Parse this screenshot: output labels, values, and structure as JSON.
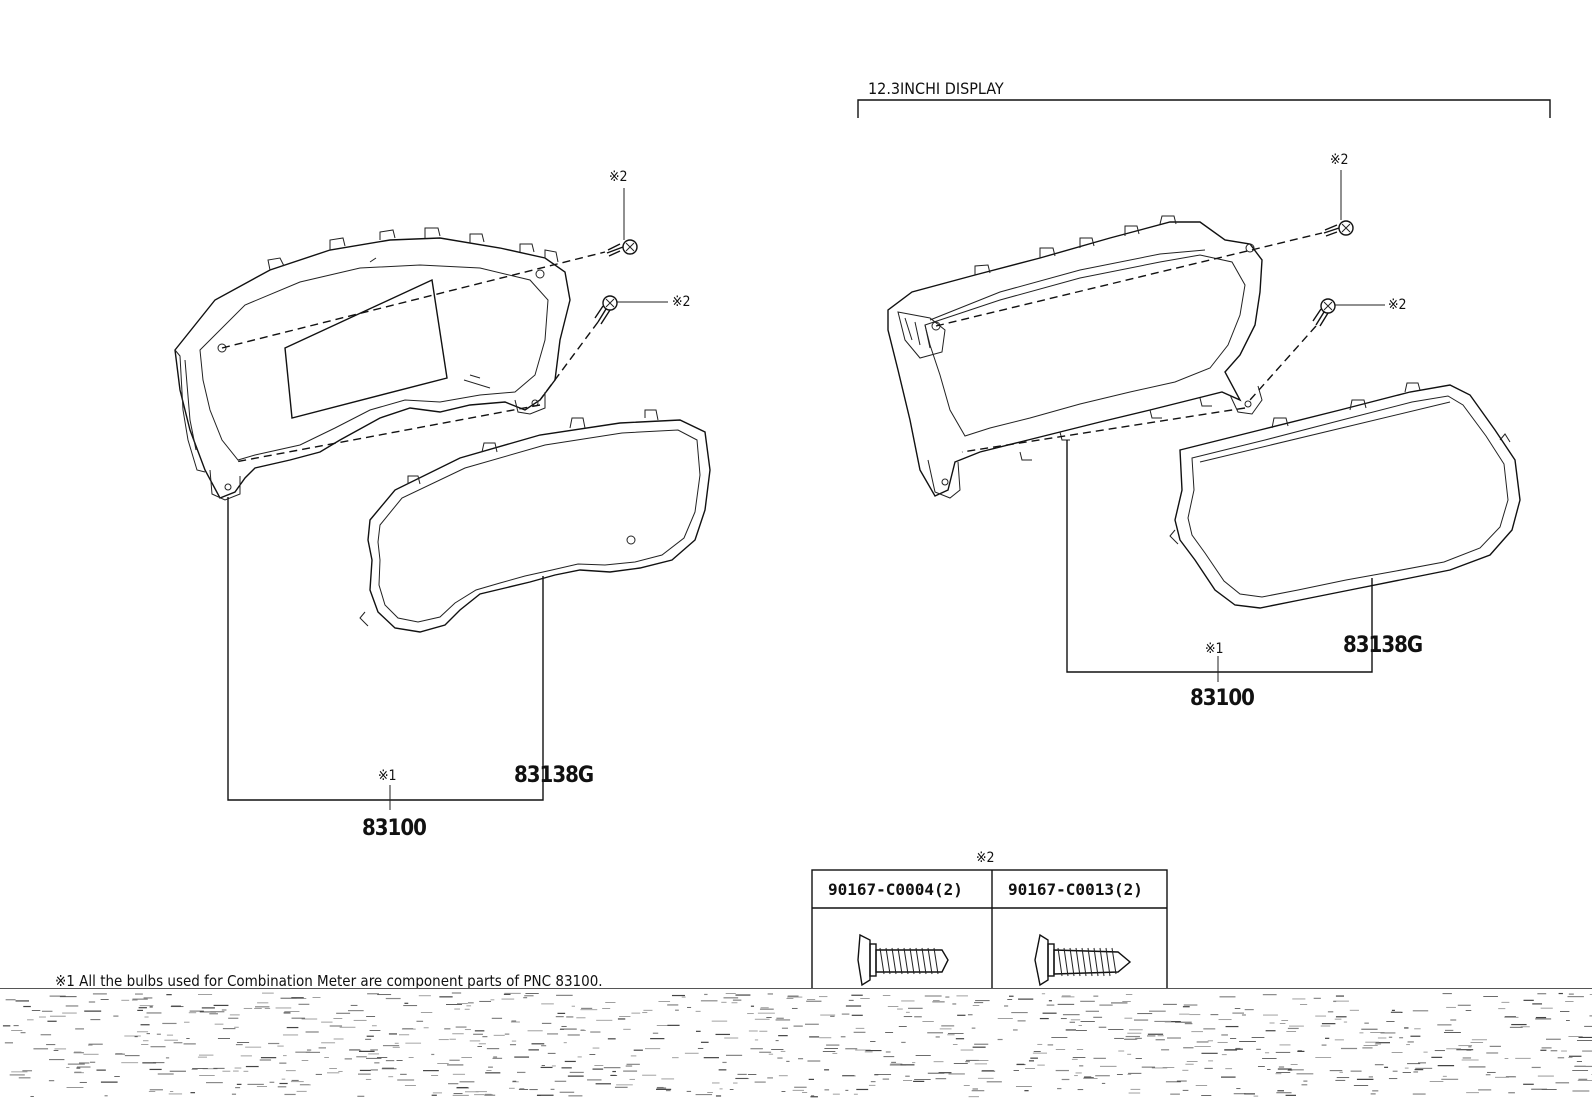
{
  "labels": {
    "left_part_main": "83100",
    "left_part_lens": "83138G",
    "left_note_1": "※1",
    "left_note_2a": "※2",
    "left_note_2b": "※2",
    "right_part_main": "83100",
    "right_part_lens": "83138G",
    "right_note_1": "※1",
    "right_note_2a": "※2",
    "right_note_2b": "※2",
    "right_group_title": "12.3INCHI DISPLAY"
  },
  "screw_table": {
    "note": "※2",
    "columns": [
      "90167-C0004(2)",
      "90167-C0013(2)"
    ]
  },
  "footer": {
    "garbled_line": "※1 All the bulbs used for Combination Meter are component parts of PNC 83100."
  }
}
